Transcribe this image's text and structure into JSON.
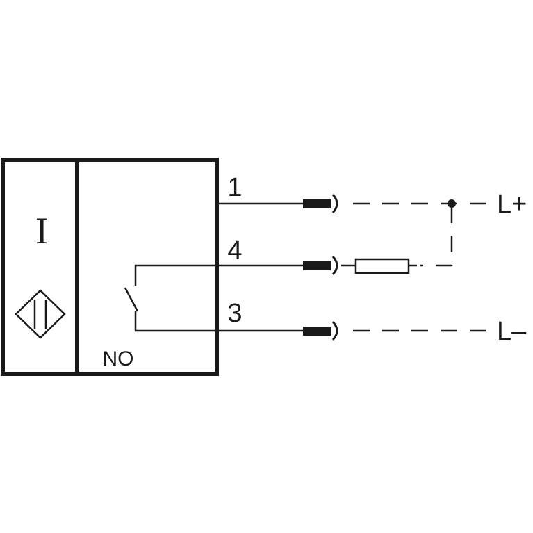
{
  "sensor": {
    "type_symbol": "I",
    "output_label": "NO"
  },
  "pins": [
    {
      "number": "1"
    },
    {
      "number": "4"
    },
    {
      "number": "3"
    }
  ],
  "supply": {
    "positive": "L+",
    "negative": "L–"
  },
  "colors": {
    "line": "#1a1a1a",
    "background": "#ffffff"
  }
}
